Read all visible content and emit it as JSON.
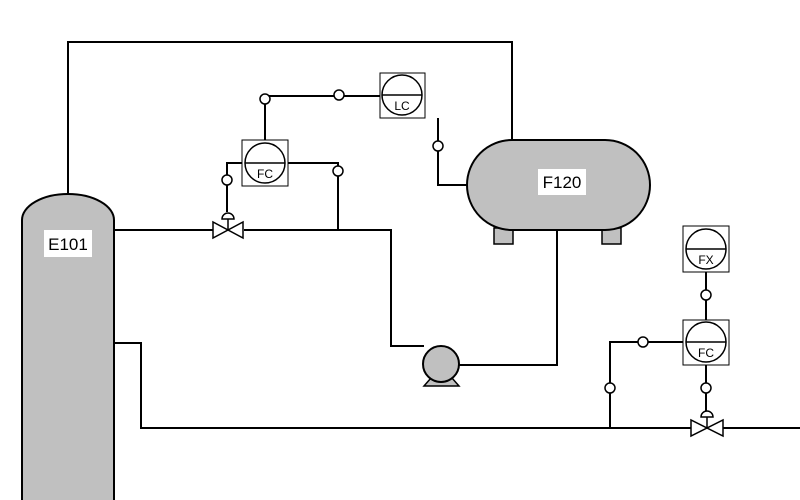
{
  "equipment": {
    "column": {
      "tag": "E101"
    },
    "drum": {
      "tag": "F120"
    }
  },
  "instruments": {
    "lc": {
      "tag": "LC"
    },
    "fc_left": {
      "tag": "FC"
    },
    "fc_right": {
      "tag": "FC"
    },
    "fx": {
      "tag": "FX"
    }
  },
  "colors": {
    "vessel_fill": "#c0c0c0",
    "line": "#000000",
    "background": "#ffffff"
  }
}
